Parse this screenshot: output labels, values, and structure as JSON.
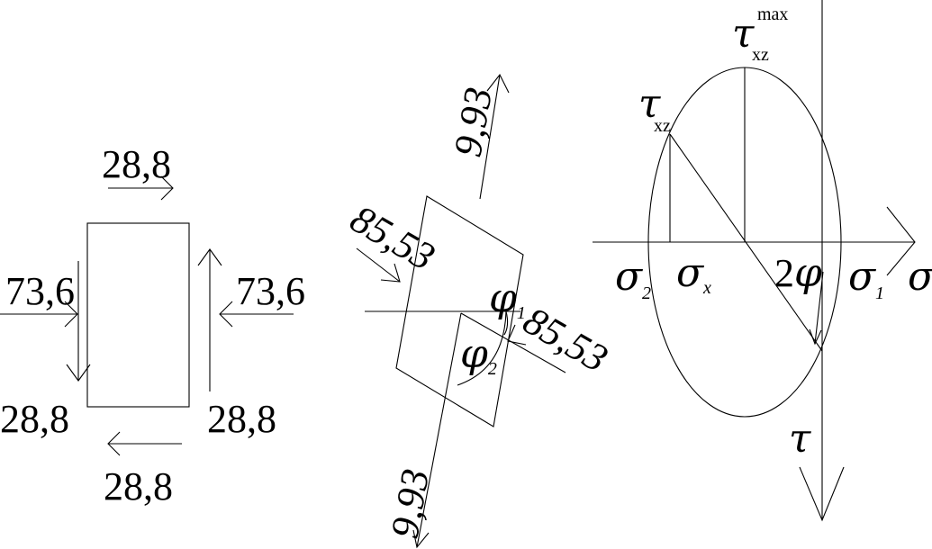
{
  "element": {
    "shear_top": "28,8",
    "shear_bottom": "28,8",
    "shear_left": "28,8",
    "shear_right": "28,8",
    "normal_left": "73,6",
    "normal_right": "73,6"
  },
  "rotated": {
    "sigma_top": "85,53",
    "sigma_right": "85,53",
    "tau_top": "9,93",
    "tau_bottom": "9,93",
    "phi1_symbol": "φ",
    "phi1_sub": "1",
    "phi2_symbol": "φ",
    "phi2_sub": "2"
  },
  "mohr": {
    "tau_max_symbol": "τ",
    "tau_max_sub": "xz",
    "tau_max_sup": "max",
    "tau_xz_symbol": "τ",
    "tau_xz_sub": "xz",
    "sigma2_symbol": "σ",
    "sigma2_sub": "2",
    "sigmax_symbol": "σ",
    "sigmax_sub": "x",
    "two_phi_coef": "2",
    "two_phi_symbol": "φ",
    "sigma1_symbol": "σ",
    "sigma1_sub": "1",
    "sigma_axis_symbol": "σ",
    "tau_axis_symbol": "τ"
  }
}
